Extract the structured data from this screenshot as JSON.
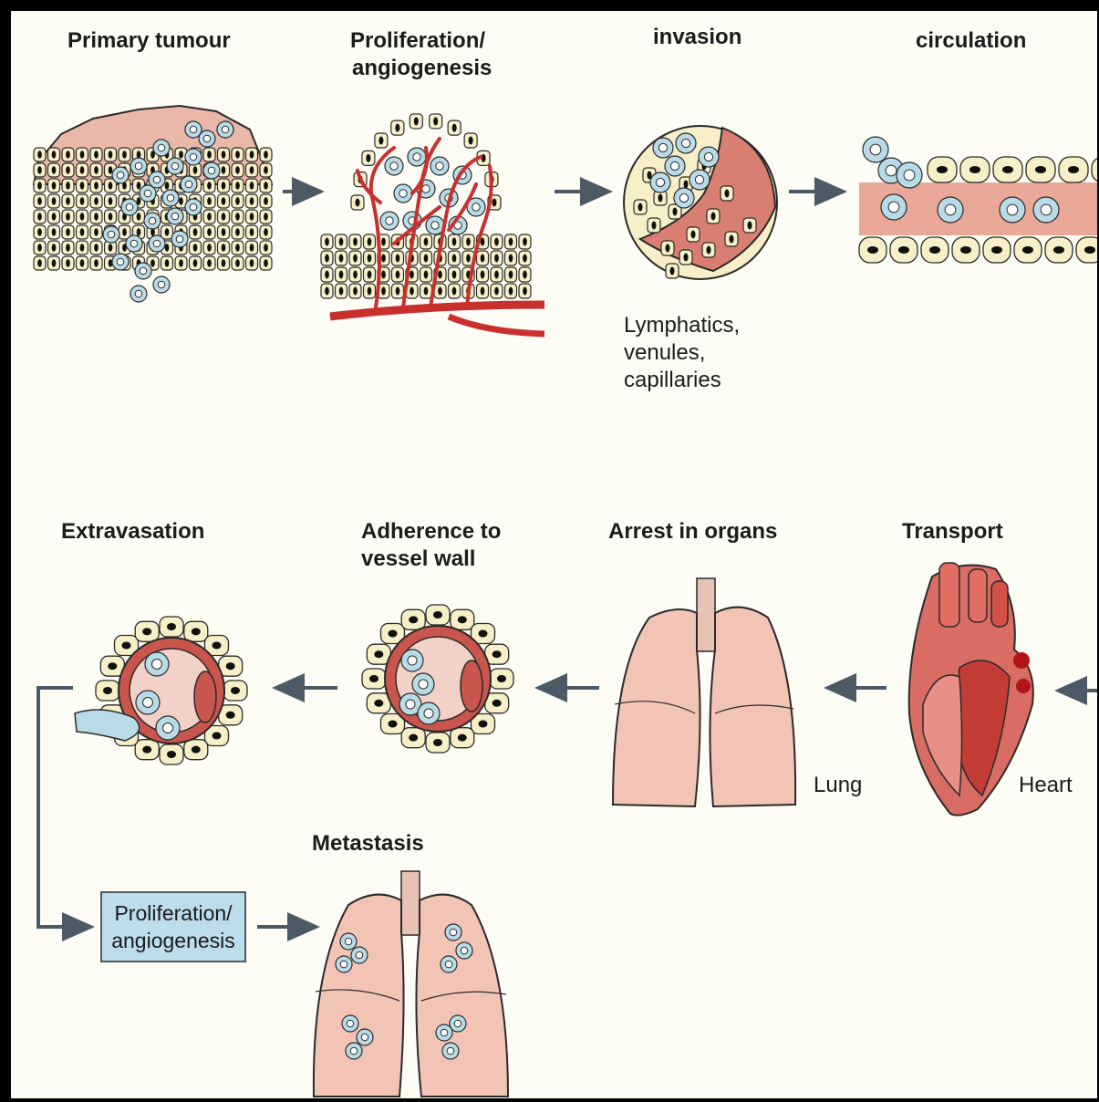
{
  "labels": {
    "primary_tumour": "Primary tumour",
    "proliferation_angiogenesis_line1": "Proliferation/",
    "proliferation_angiogenesis_line2": "angiogenesis",
    "invasion": "invasion",
    "circulation": "circulation",
    "lymphatics_line1": "Lymphatics,",
    "lymphatics_line2": "venules,",
    "lymphatics_line3": "capillaries",
    "extravasation": "Extravasation",
    "adherence_line1": "Adherence to",
    "adherence_line2": "vessel wall",
    "arrest_in_organs": "Arrest in organs",
    "transport": "Transport",
    "lung": "Lung",
    "heart": "Heart",
    "metastasis": "Metastasis",
    "box_line1": "Proliferation/",
    "box_line2": "angiogenesis"
  },
  "colors": {
    "normal_cell": "#f7efc8",
    "tumour_cell": "#b9dbe8",
    "blood_vessel": "#c8302e",
    "vessel_pink": "#e4a69a",
    "organ": "#f2c4b6",
    "arrow": "#4c5a66",
    "nucleus": "#111111",
    "outline": "#2a2a2a"
  }
}
